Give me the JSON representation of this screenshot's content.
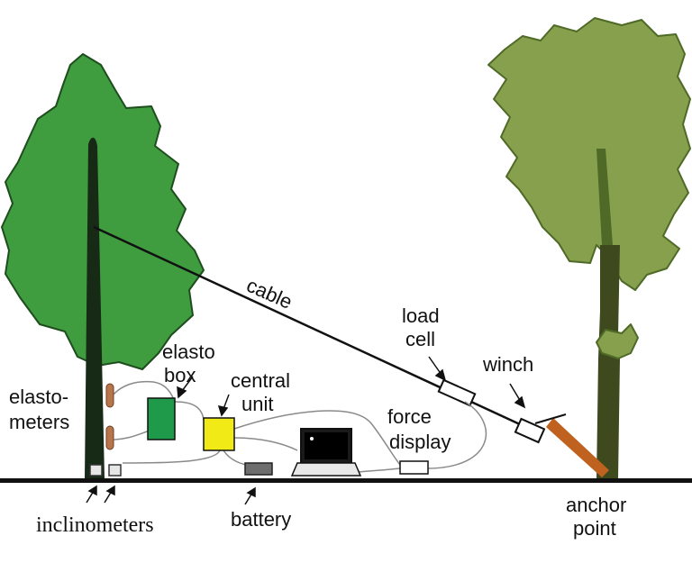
{
  "labels": {
    "cable": "cable",
    "load_cell_1": "load",
    "load_cell_2": "cell",
    "winch": "winch",
    "elasto_box_1": "elasto",
    "elasto_box_2": "box",
    "central_unit_1": "central",
    "central_unit_2": "unit",
    "elastometers_1": "elasto-",
    "elastometers_2": "meters",
    "force_display_1": "force",
    "force_display_2": "display",
    "inclinometers": "inclinometers",
    "battery": "battery",
    "anchor_point_1": "anchor",
    "anchor_point_2": "point"
  },
  "colors": {
    "test_tree_foliage": "#3f9c3f",
    "test_tree_outline": "#1e4d1e",
    "anchor_tree_foliage": "#86a04e",
    "anchor_tree_outline": "#4e6a26",
    "anchor_trunk": "#3e4a1e",
    "test_trunk": "#162a16",
    "elasto_box": "#1e9a4a",
    "central_unit": "#f2ea16",
    "elastometer": "#b8744a",
    "anchor_strap": "#c0621f",
    "ground": "#111111"
  }
}
